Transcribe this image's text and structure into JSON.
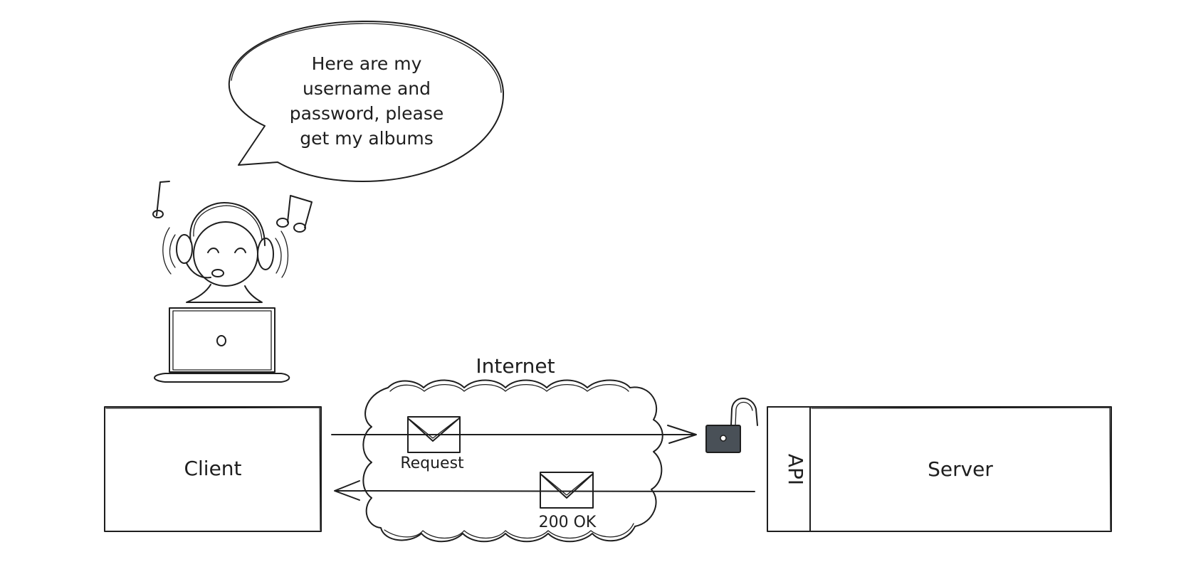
{
  "speech": {
    "lines": [
      "Here are my",
      "username and",
      "password, please",
      "get my albums"
    ]
  },
  "labels": {
    "internet": "Internet",
    "client": "Client",
    "server": "Server",
    "api": "API",
    "request": "Request",
    "response": "200 OK"
  },
  "colors": {
    "cloud_fill": "#e7f5ff",
    "api_fill": "#ffec99",
    "request_envelope_fill": "#b2f2bb",
    "response_envelope_fill": "#ffffff",
    "lock_fill": "#495057",
    "stroke": "#1e1e1e"
  },
  "icons": {
    "person": "person-with-headphones-icon",
    "laptop": "laptop-icon",
    "music_notes": "music-note-icon",
    "lock": "unlocked-padlock-icon",
    "envelope": "envelope-icon"
  }
}
